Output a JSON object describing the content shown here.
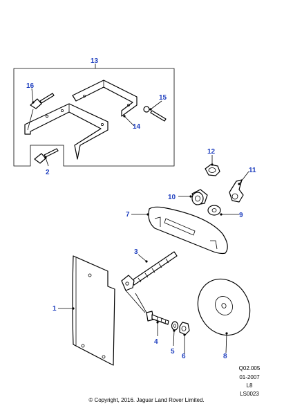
{
  "callouts": {
    "c1": "1",
    "c2": "2",
    "c3": "3",
    "c4": "4",
    "c5": "5",
    "c6": "6",
    "c7": "7",
    "c8": "8",
    "c9": "9",
    "c10": "10",
    "c11": "11",
    "c12": "12",
    "c13": "13",
    "c14": "14",
    "c15": "15",
    "c16": "16"
  },
  "reference": {
    "line1": "Q02.005",
    "line2": "01-2007",
    "line3": "L8",
    "line4": "LS0023"
  },
  "copyright": "© Copyright, 2016. Jaguar Land Rover Limited.",
  "colors": {
    "callout": "#1f3fbf",
    "line": "#000000"
  }
}
